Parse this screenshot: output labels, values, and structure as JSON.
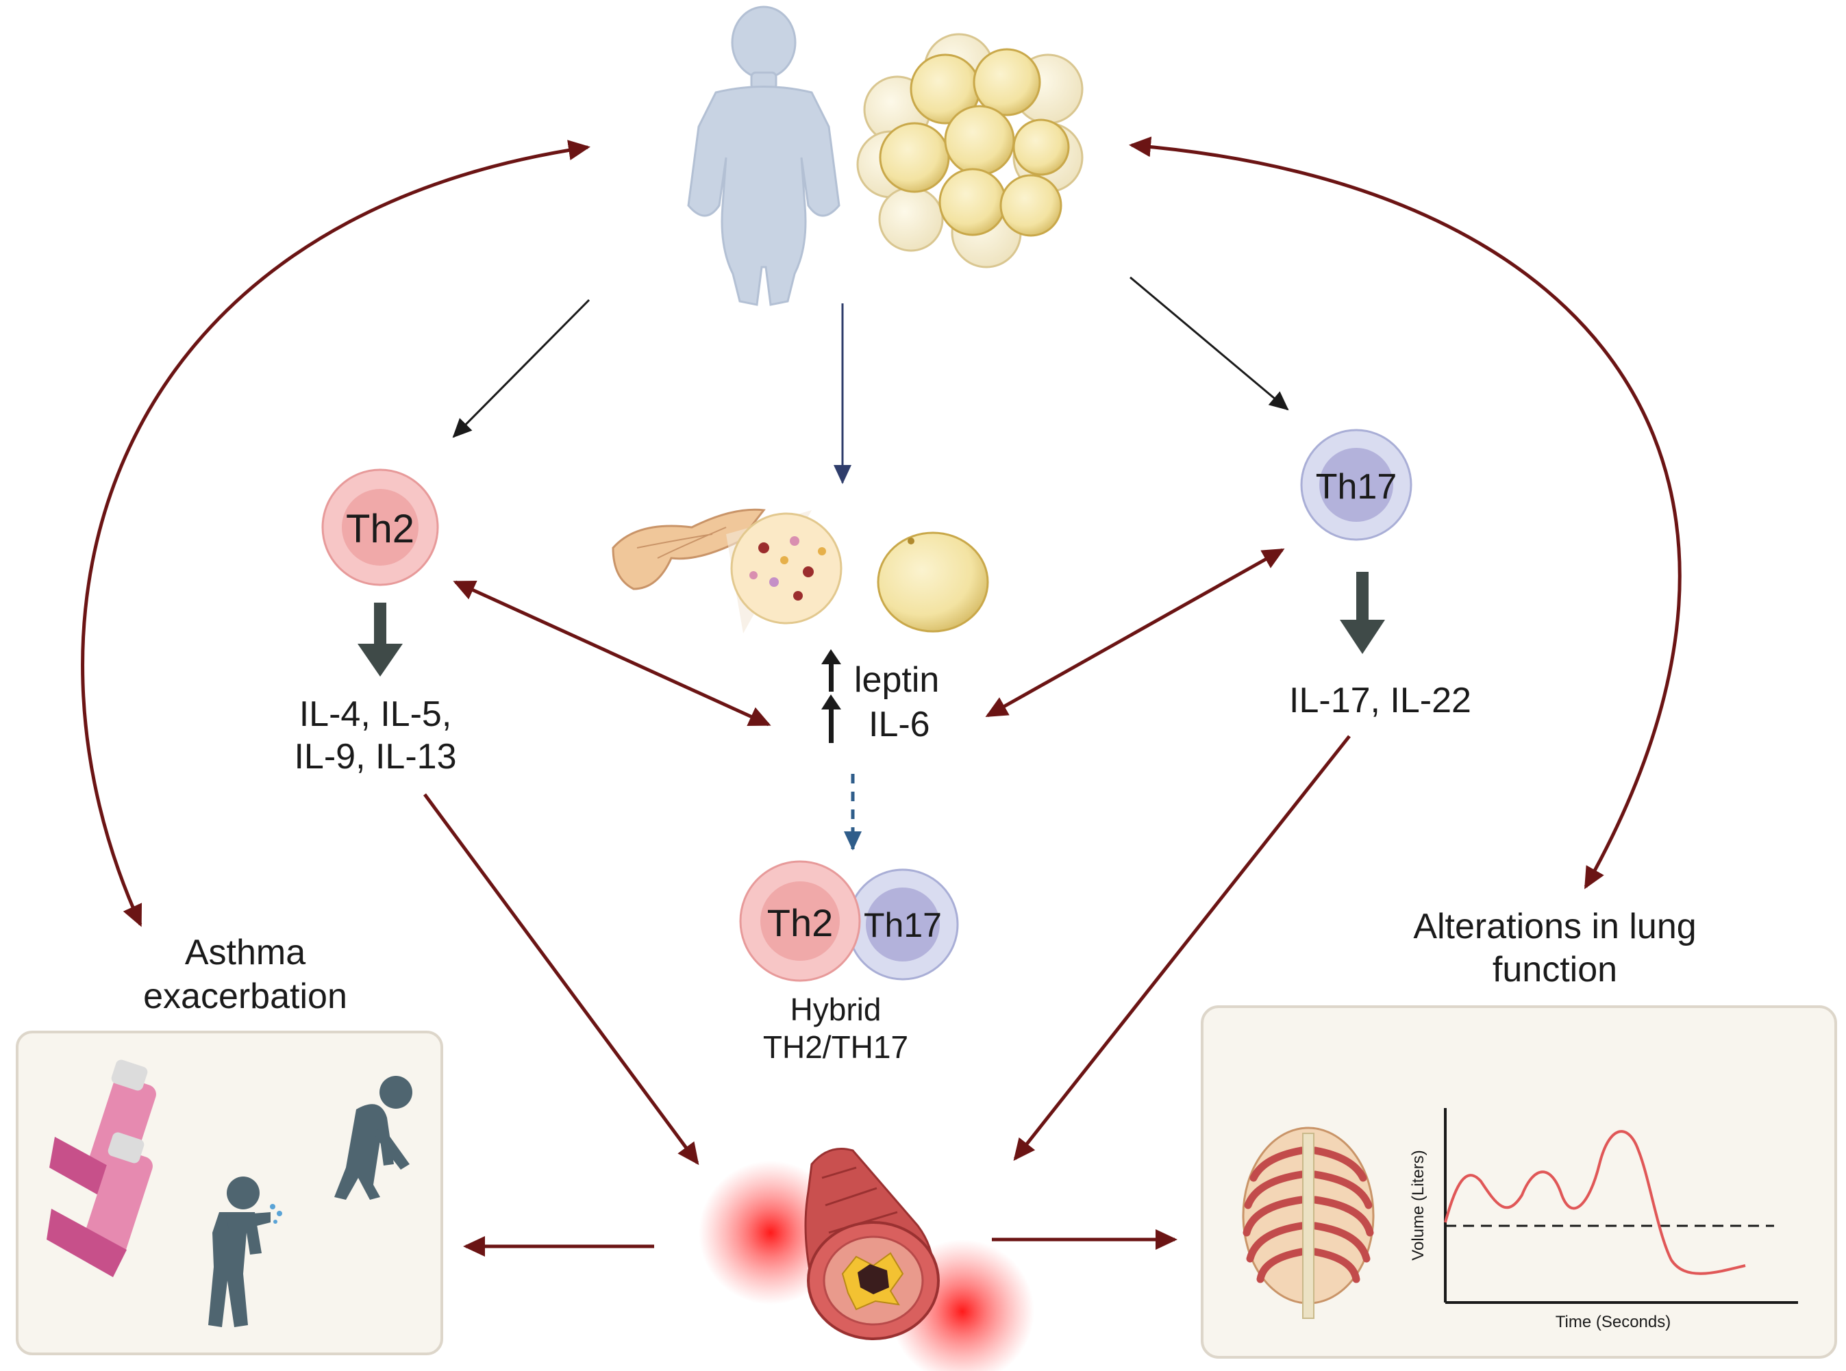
{
  "cells": {
    "th2": "Th2",
    "th17": "Th17",
    "hybrid_th2": "Th2",
    "hybrid_th17": "Th17"
  },
  "cytokines": {
    "th2_line1": "IL-4, IL-5,",
    "th2_line2": "IL-9, IL-13",
    "th17": "IL-17, IL-22",
    "adipokine1": "leptin",
    "adipokine2": "IL-6"
  },
  "hybrid_label": {
    "line1": "Hybrid",
    "line2": "TH2/TH17"
  },
  "outcomes": {
    "asthma_line1": "Asthma",
    "asthma_line2": "exacerbation",
    "lung_line1": "Alterations in lung",
    "lung_line2": "function"
  },
  "graph": {
    "ylabel": "Volume (Liters)",
    "xlabel": "Time (Seconds)"
  },
  "colors": {
    "dark_red_arrow": "#6b1414",
    "black_arrow": "#1a1a1a",
    "navy_arrow": "#2f3d6b",
    "th2_fill": "#f7c6c6",
    "th2_nucleus": "#ee9f9f",
    "th17_fill": "#d9dcf0",
    "th17_nucleus": "#a9a7d6",
    "panel_bg": "#f8f5ee",
    "panel_border": "#ddd6ca",
    "adipocyte": "#f6e9b4",
    "body_silhouette": "#c8d3e3",
    "inflammation_red": "#ff2a2a"
  }
}
